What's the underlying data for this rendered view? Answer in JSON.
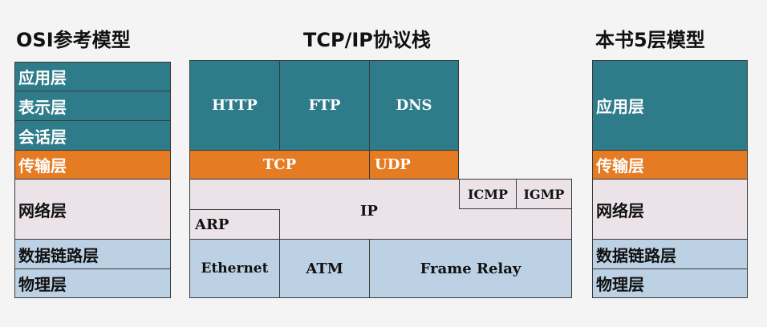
{
  "titles": {
    "osi": "OSI参考模型",
    "tcpip": "TCP/IP协议栈",
    "five": "本书5层模型"
  },
  "osi_layers": [
    "应用层",
    "表示层",
    "会话层",
    "传输层",
    "网络层",
    "数据链路层",
    "物理层"
  ],
  "tcpip": {
    "http": "HTTP",
    "ftp": "FTP",
    "dns": "DNS",
    "tcp": "TCP",
    "udp": "UDP",
    "icmp": "ICMP",
    "igmp": "IGMP",
    "ip": "IP",
    "arp": "ARP",
    "ethernet": "Ethernet",
    "atm": "ATM",
    "frame_relay": "Frame Relay"
  },
  "five_layers": [
    "应用层",
    "传输层",
    "网络层",
    "数据链路层",
    "物理层"
  ],
  "colors": {
    "application": "#2e7b8a",
    "transport": "#e57b22",
    "network": "#ebe3e8",
    "link_physical": "#bcd1e3"
  }
}
